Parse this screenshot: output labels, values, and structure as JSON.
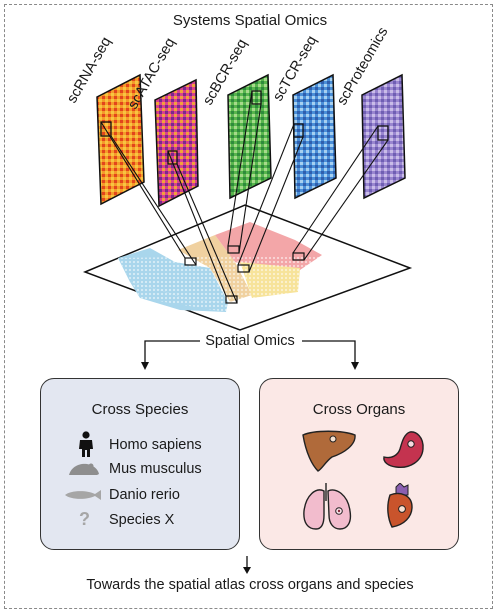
{
  "title": "Systems Spatial Omics",
  "modalities": [
    {
      "label": "scRNA-seq",
      "palette": "orange"
    },
    {
      "label": "scATAC-seq",
      "palette": "magenta"
    },
    {
      "label": "scBCR-seq",
      "palette": "green"
    },
    {
      "label": "scTCR-seq",
      "palette": "blue"
    },
    {
      "label": "scProteomics",
      "palette": "purple"
    }
  ],
  "section_label": "Spatial Omics",
  "cross_species": {
    "title": "Cross Species",
    "items": [
      {
        "label": "Homo sapiens",
        "icon": "human-icon"
      },
      {
        "label": "Mus musculus",
        "icon": "mouse-icon"
      },
      {
        "label": "Danio rerio",
        "icon": "fish-icon"
      },
      {
        "label": "Species X",
        "icon": "question-icon"
      }
    ],
    "colors": {
      "fill": "#e3e7f1",
      "icon": "#9a9a9a"
    }
  },
  "cross_organs": {
    "title": "Cross Organs",
    "organs": [
      "liver-icon",
      "stomach-icon",
      "lungs-icon",
      "heart-icon"
    ],
    "colors": {
      "fill": "#fbe8e6"
    }
  },
  "caption": "Towards the spatial atlas cross organs and species"
}
